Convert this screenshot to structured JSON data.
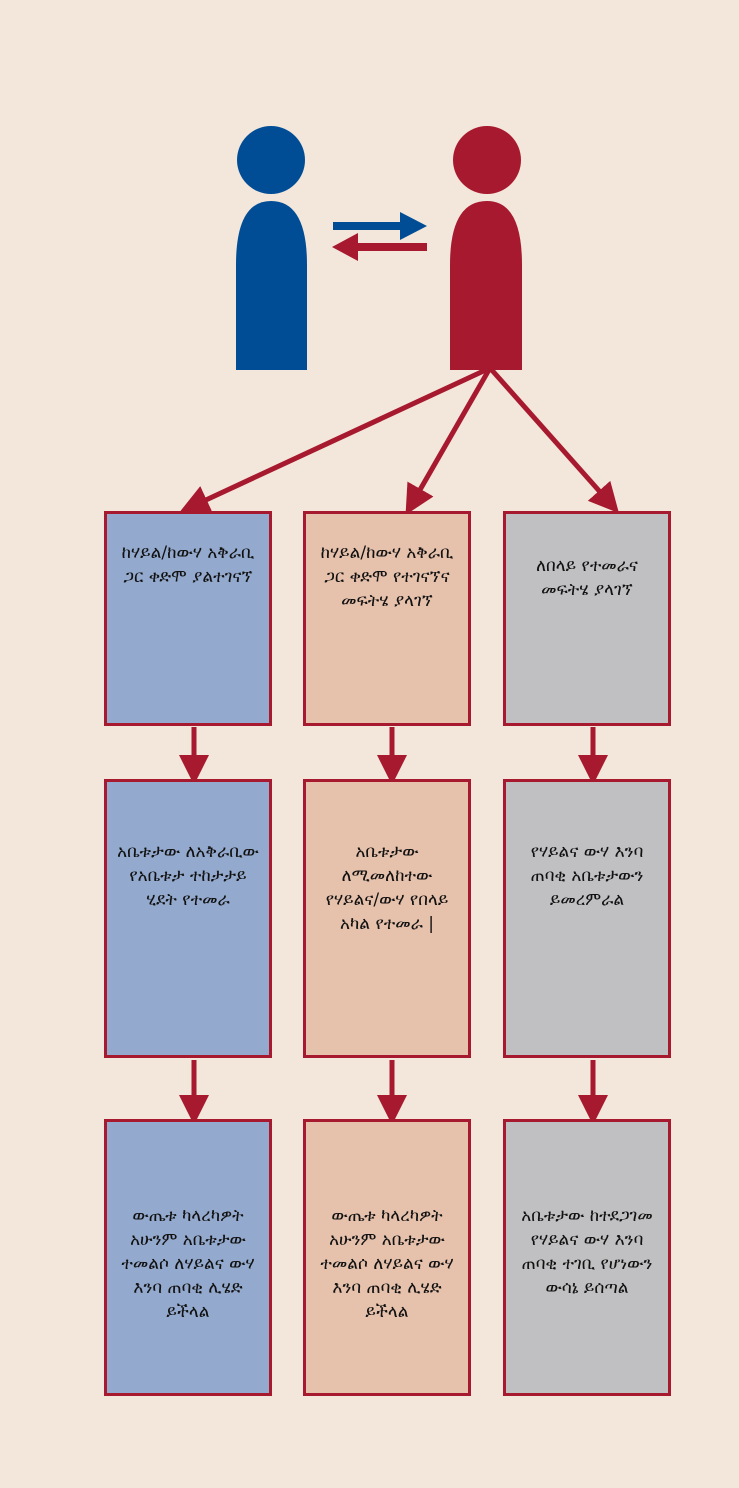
{
  "colors": {
    "background": "#f3e6da",
    "person_left": "#004d96",
    "person_right": "#a6192e",
    "arrow_right": "#004d96",
    "arrow_left": "#a6192e",
    "connector": "#a6192e",
    "box_border": "#a6192e",
    "column_1_fill": "#93a9cd",
    "column_2_fill": "#e6c1ac",
    "column_3_fill": "#c0c0c2"
  },
  "icons": [
    "person-blue-icon",
    "person-red-icon",
    "arrow-right-icon",
    "arrow-left-icon"
  ],
  "columns": [
    {
      "row1": "ከሃይል/ከውሃ አቅራቢ ጋር ቀድሞ ያልተገናኘ",
      "row2": "አቤቱታው ለአቅራቢው የአቤቱታ ተከታታይ ሂደት የተመራ",
      "row3": "ውጤቱ ካላረካዎት አሁንም አቤቱታው ተመልሶ ለሃይልና ውሃ እንባ ጠባቂ ሊሄድ ይችላል"
    },
    {
      "row1": "ከሃይል/ከውሃ አቅራቢ ጋር ቀድሞ የተገናኘና መፍትሄ ያላገኘ",
      "row2": "አቤቱታው ለሚመለከተው የሃይልና/ውሃ የበላይ አካል የተመራ |",
      "row3": "ውጤቱ ካላረካዎት አሁንም አቤቱታው ተመልሶ ለሃይልና ውሃ እንባ ጠባቂ ሊሄድ ይችላል"
    },
    {
      "row1": "ለበላይ የተመራና መፍትሄ ያላገኘ",
      "row2": "የሃይልና ውሃ እንባ ጠባቂ አቤቱታውን ይመረምራል",
      "row3": "አቤቱታው ከተደጋገመ የሃይልና ውሃ እንባ ጠባቂ ተገቢ የሆነውን ውሳኔ ይሰጣል"
    }
  ]
}
